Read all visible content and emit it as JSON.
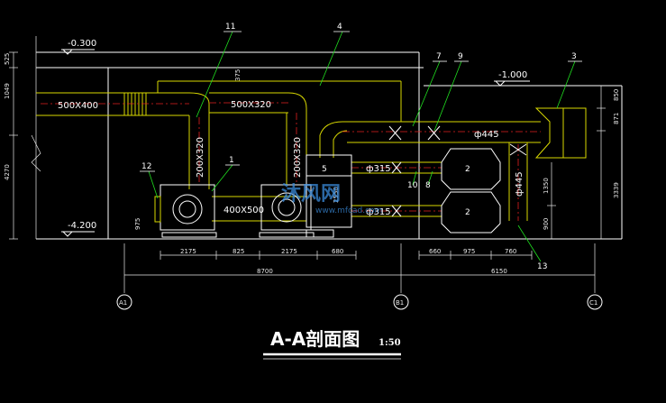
{
  "title": "A-A剖面图",
  "scale": "1:50",
  "levels": {
    "top_left": "-0.300",
    "bottom_left": "-4.200",
    "right": "-1.000"
  },
  "ducts": {
    "d500x400": "500X400",
    "d500x320": "500X320",
    "d200x320_a": "200X320",
    "d200x320_b": "200X320",
    "d400x500": "400X500",
    "phi445_top": "ф445",
    "phi445_vert": "ф445",
    "phi315_a": "ф315",
    "phi315_b": "ф315"
  },
  "callouts": [
    "11",
    "4",
    "7",
    "9",
    "3",
    "1",
    "12",
    "5",
    "2",
    "2",
    "10",
    "8",
    "13"
  ],
  "dims": {
    "left": [
      "525",
      "1049",
      "4270",
      "975"
    ],
    "small": [
      "375",
      "2550"
    ],
    "right_top": [
      "850",
      "871",
      "3339"
    ],
    "right_mid": [
      "1350",
      "900"
    ],
    "bottom_row": [
      "2175",
      "825",
      "2175",
      "680"
    ],
    "bottom_right_row": [
      "660",
      "975",
      "760"
    ],
    "overall_left": "8700",
    "overall_right": "6150"
  },
  "axes": [
    "A1",
    "B1",
    "C1"
  ],
  "watermark": {
    "brand": "沐风网",
    "url": "www.mfcad.com"
  },
  "colors": {
    "duct": "#d8d800",
    "pipe_center": "#e02020",
    "outline": "#ffffff",
    "leader": "#20e020",
    "fan": "#ffffff"
  }
}
